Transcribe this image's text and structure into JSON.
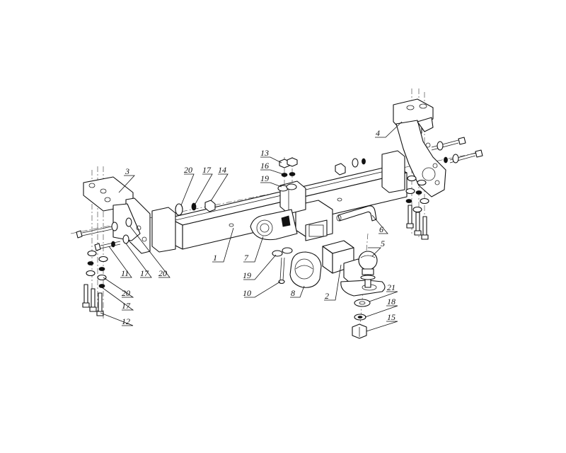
{
  "callouts": [
    {
      "id": "c1",
      "text": "1"
    },
    {
      "id": "c2",
      "text": "2"
    },
    {
      "id": "c3",
      "text": "3"
    },
    {
      "id": "c4",
      "text": "4"
    },
    {
      "id": "c5",
      "text": "5"
    },
    {
      "id": "c6",
      "text": "6"
    },
    {
      "id": "c7",
      "text": "7"
    },
    {
      "id": "c8",
      "text": "8"
    },
    {
      "id": "c10",
      "text": "10"
    },
    {
      "id": "c11",
      "text": "11"
    },
    {
      "id": "c12",
      "text": "12"
    },
    {
      "id": "c13",
      "text": "13"
    },
    {
      "id": "c14",
      "text": "14"
    },
    {
      "id": "c15",
      "text": "15"
    },
    {
      "id": "c16",
      "text": "16"
    },
    {
      "id": "c17a",
      "text": "17"
    },
    {
      "id": "c17b",
      "text": "17"
    },
    {
      "id": "c17c",
      "text": "17"
    },
    {
      "id": "c18",
      "text": "18"
    },
    {
      "id": "c19a",
      "text": "19"
    },
    {
      "id": "c19b",
      "text": "19"
    },
    {
      "id": "c20a",
      "text": "20"
    },
    {
      "id": "c20b",
      "text": "20"
    },
    {
      "id": "c20c",
      "text": "20"
    },
    {
      "id": "c21",
      "text": "21"
    }
  ]
}
